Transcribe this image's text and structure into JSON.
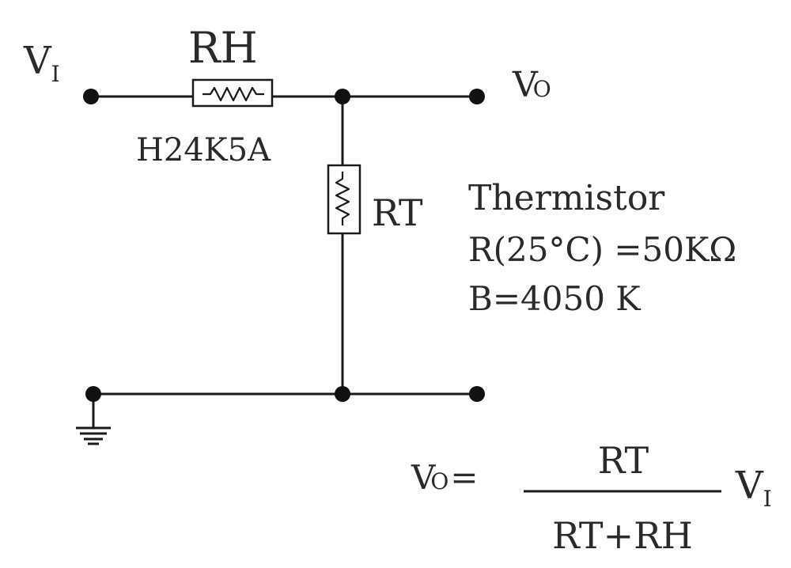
{
  "inputs": {
    "vi_main": "V",
    "vi_sub": "I"
  },
  "outputs": {
    "vo_main": "V",
    "vo_sub": "O"
  },
  "heater_resistor": {
    "label": "RH",
    "part_number": "H24K5A"
  },
  "thermistor_resistor": {
    "label": "RT"
  },
  "thermistor_spec": {
    "title": "Thermistor",
    "resistance": "R(25°C) =50KΩ",
    "b_value": "B=4050 K"
  },
  "formula": {
    "lhs_main": "V",
    "lhs_sub": "O",
    "lhs_eq": "=",
    "numerator": "RT",
    "denominator": "RT+RH",
    "rhs_main": "V",
    "rhs_sub": "I"
  }
}
